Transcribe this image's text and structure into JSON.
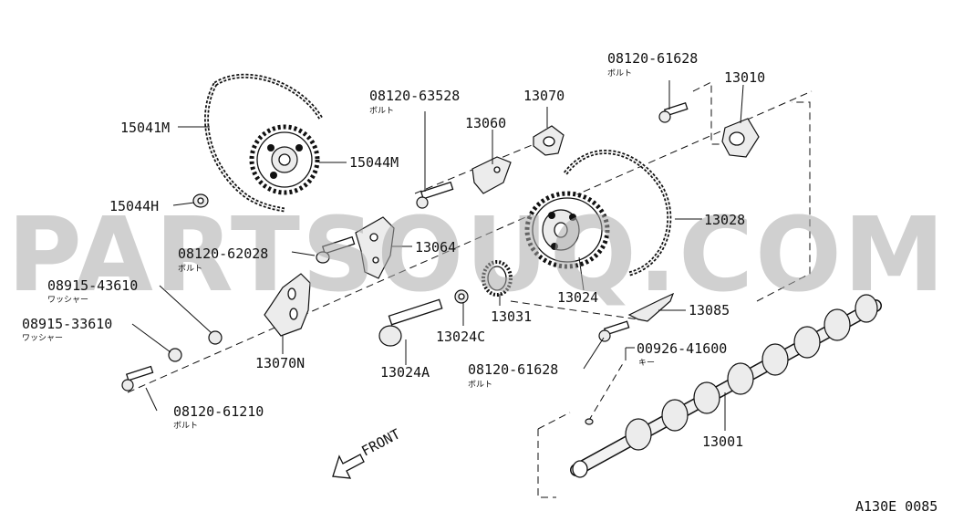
{
  "watermark": "PARTSOUQ.COM",
  "figure_code": "A130E 0085",
  "front_label": "FRONT",
  "labels": {
    "p15041M": "15041M",
    "p15044M": "15044M",
    "p15044H": "15044H",
    "p08120_63528": "08120-63528",
    "p08120_63528_sub": "ボルト",
    "p13060": "13060",
    "p13070": "13070",
    "p08120_61628_top": "08120-61628",
    "p08120_61628_top_sub": "ボルト",
    "p13010": "13010",
    "p13028": "13028",
    "p08120_62028": "08120-62028",
    "p08120_62028_sub": "ボルト",
    "p13064": "13064",
    "p08915_43610": "08915-43610",
    "p08915_43610_sub": "ワッシャー",
    "p08915_33610": "08915-33610",
    "p08915_33610_sub": "ワッシャー",
    "p13070N": "13070N",
    "p08120_61210": "08120-61210",
    "p08120_61210_sub": "ボルト",
    "p13024A": "13024A",
    "p13024C": "13024C",
    "p13031": "13031",
    "p13024": "13024",
    "p13085": "13085",
    "p08120_61628_bot": "08120-61628",
    "p08120_61628_bot_sub": "ボルト",
    "p00926_41600": "00926-41600",
    "p00926_41600_sub": "キー",
    "p13001": "13001"
  }
}
